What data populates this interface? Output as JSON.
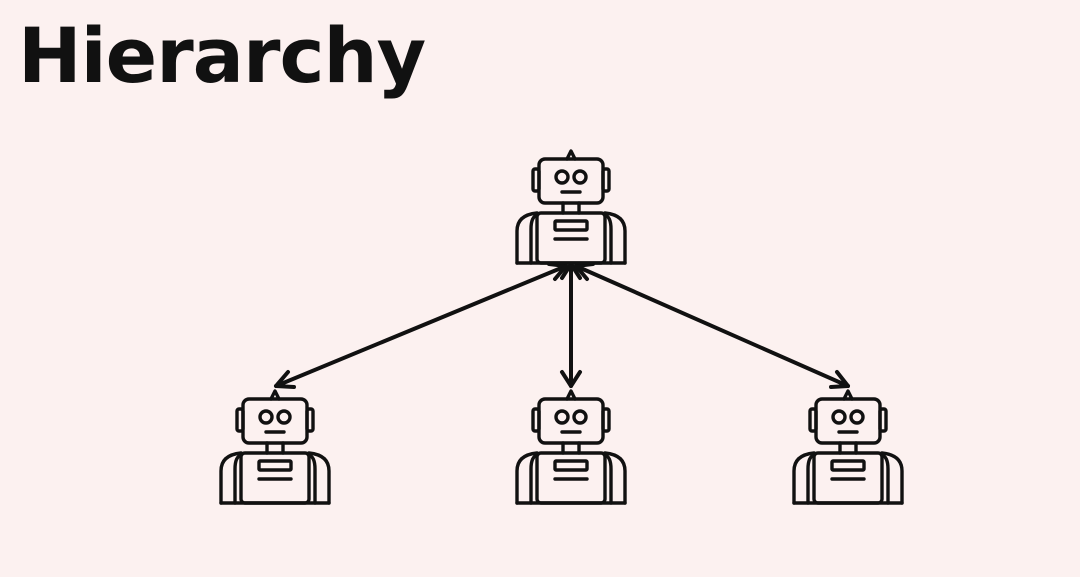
{
  "slide": {
    "title": "Hierarchy"
  },
  "diagram": {
    "nodes": [
      {
        "id": "manager",
        "icon": "robot-icon",
        "role": "parent"
      },
      {
        "id": "worker-left",
        "icon": "robot-icon",
        "role": "child"
      },
      {
        "id": "worker-center",
        "icon": "robot-icon",
        "role": "child"
      },
      {
        "id": "worker-right",
        "icon": "robot-icon",
        "role": "child"
      }
    ],
    "edges": [
      {
        "from": "manager",
        "to": "worker-left",
        "arrows": "both"
      },
      {
        "from": "manager",
        "to": "worker-center",
        "arrows": "both"
      },
      {
        "from": "manager",
        "to": "worker-right",
        "arrows": "both"
      }
    ]
  },
  "colors": {
    "background": "#fcf1f0",
    "stroke": "#111111"
  }
}
